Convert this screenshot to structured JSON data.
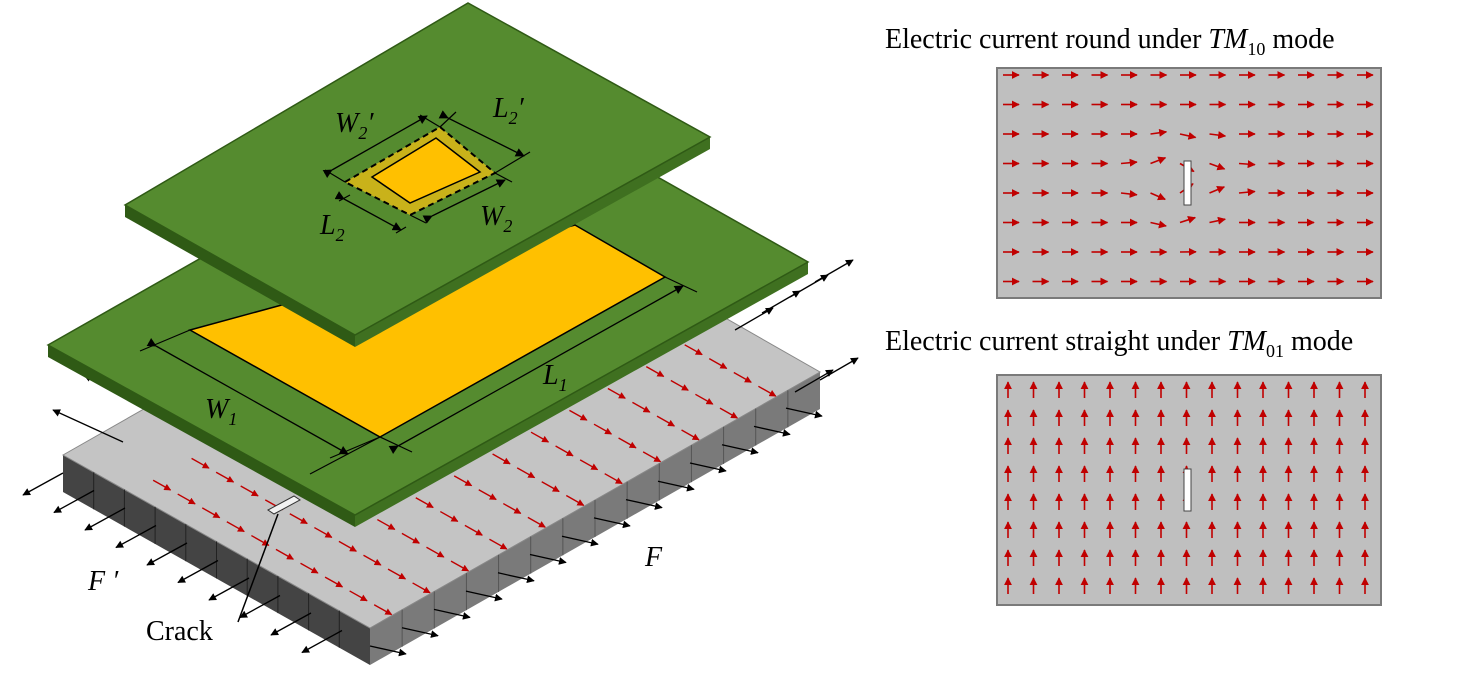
{
  "left": {
    "top_patch": {
      "W2p": {
        "main": "W",
        "sub": "2",
        "prime": "′"
      },
      "L2p": {
        "main": "L",
        "sub": "2",
        "prime": "′"
      },
      "L2": {
        "main": "L",
        "sub": "2"
      },
      "W2": {
        "main": "W",
        "sub": "2"
      }
    },
    "mid_patch": {
      "W1": {
        "main": "W",
        "sub": "1"
      },
      "L1": {
        "main": "L",
        "sub": "1"
      }
    },
    "force_left": {
      "main": "F",
      "prime": " ′"
    },
    "force_right": {
      "main": "F"
    },
    "crack_label": "Crack"
  },
  "panels": [
    {
      "title_prefix": "Electric current round under ",
      "mode_main": "TM",
      "mode_sub": "10",
      "title_suffix": " mode",
      "field": "round"
    },
    {
      "title_prefix": "Electric current  straight under ",
      "mode_main": "TM",
      "mode_sub": "01",
      "title_suffix": " mode",
      "field": "straight"
    }
  ],
  "colors": {
    "green": "#558b2f",
    "yellow": "#ffc000",
    "gray": "#bfbfbf",
    "arrow_red": "#c00000"
  }
}
